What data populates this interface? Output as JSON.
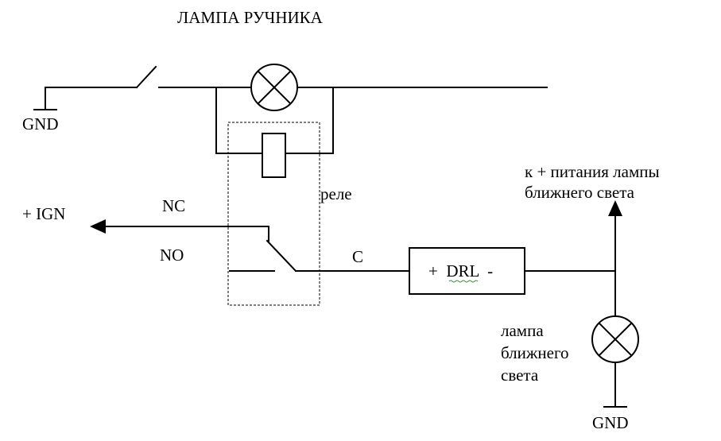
{
  "title": "ЛАМПА РУЧНИКА",
  "labels": {
    "gnd_top": "GND",
    "ign": "+ IGN",
    "nc": "NC",
    "no": "NO",
    "c": "C",
    "relay": "реле",
    "drl": "+  DRL  -",
    "to_lowbeam_line1": "к + питания лампы",
    "to_lowbeam_line2": "ближнего света",
    "lowbeam_line1": "лампа",
    "lowbeam_line2": "ближнего",
    "lowbeam_line3": "света",
    "gnd_bottom": "GND"
  },
  "colors": {
    "line": "#000000",
    "spellcheck_underline": "#3a9a3a"
  }
}
